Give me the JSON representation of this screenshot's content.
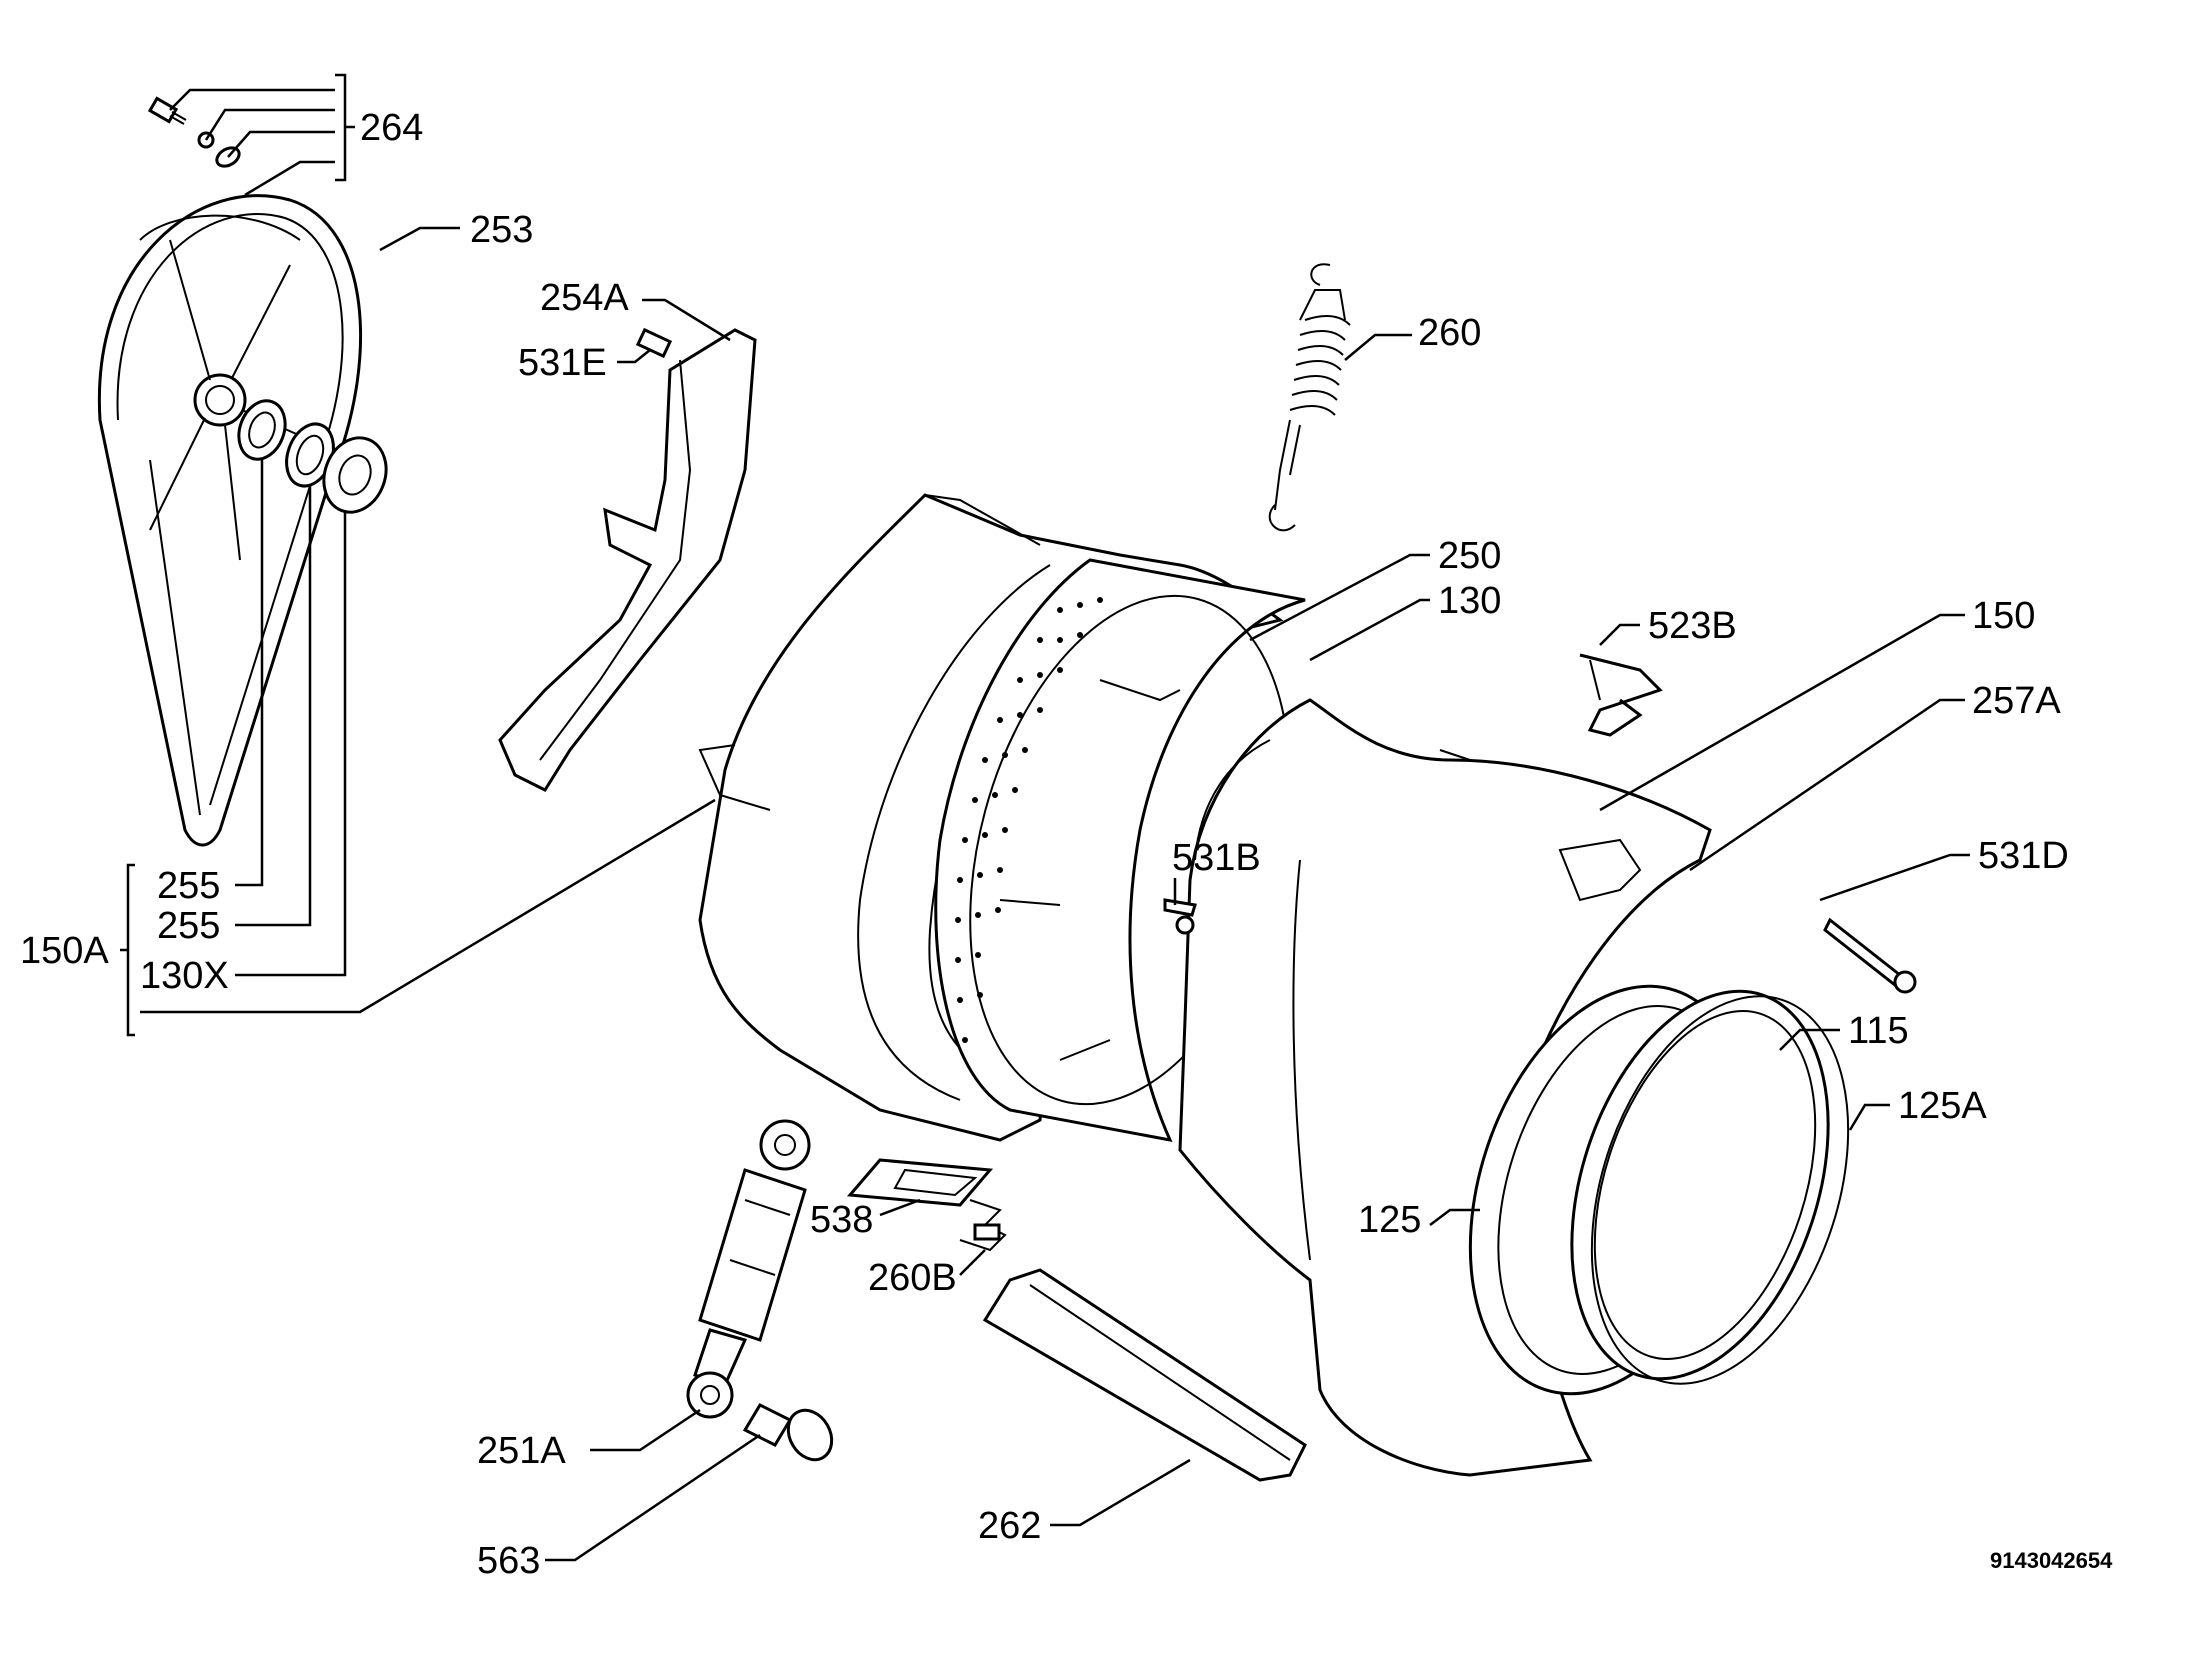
{
  "diagram": {
    "drawing_code": "9143042654",
    "callouts": [
      {
        "id": "c264",
        "text": "264"
      },
      {
        "id": "c253",
        "text": "253"
      },
      {
        "id": "c254A",
        "text": "254A"
      },
      {
        "id": "c531E",
        "text": "531E"
      },
      {
        "id": "c260",
        "text": "260"
      },
      {
        "id": "c250",
        "text": "250"
      },
      {
        "id": "c130",
        "text": "130"
      },
      {
        "id": "c523B",
        "text": "523B"
      },
      {
        "id": "c150",
        "text": "150"
      },
      {
        "id": "c257A",
        "text": "257A"
      },
      {
        "id": "c531D",
        "text": "531D"
      },
      {
        "id": "c531B",
        "text": "531B"
      },
      {
        "id": "c255a",
        "text": "255"
      },
      {
        "id": "c255b",
        "text": "255"
      },
      {
        "id": "c150A",
        "text": "150A"
      },
      {
        "id": "c130X",
        "text": "130X"
      },
      {
        "id": "c115",
        "text": "115"
      },
      {
        "id": "c125A",
        "text": "125A"
      },
      {
        "id": "c125",
        "text": "125"
      },
      {
        "id": "c538",
        "text": "538"
      },
      {
        "id": "c260B",
        "text": "260B"
      },
      {
        "id": "c251A",
        "text": "251A"
      },
      {
        "id": "c563",
        "text": "563"
      },
      {
        "id": "c262",
        "text": "262"
      }
    ]
  }
}
